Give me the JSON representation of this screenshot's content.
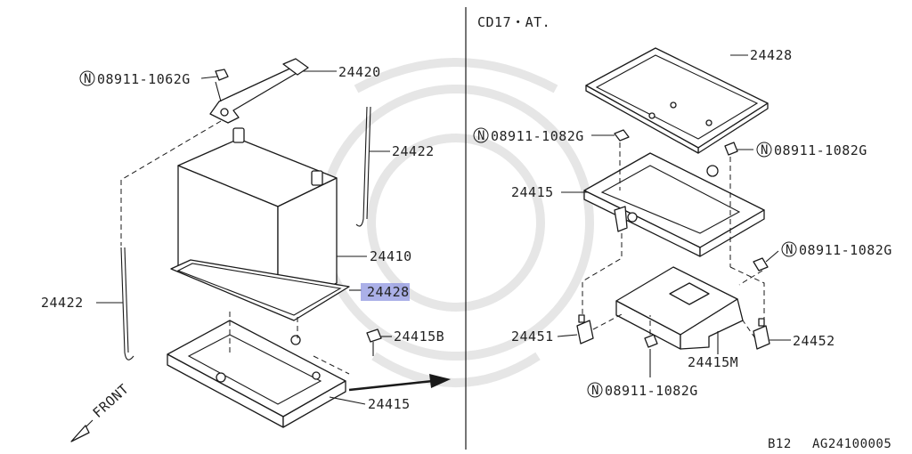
{
  "diagram": {
    "variant_note": "CD17・AT.",
    "highlighted_part": "24428",
    "colors": {
      "line": "#1a1a1a",
      "highlight": "#8f96e0",
      "background": "#ffffff"
    },
    "left_labels": {
      "nut_top": "08911-1062G",
      "holder": "24420",
      "rod_right": "24422",
      "battery": "24410",
      "tray_pad": "24428",
      "bolt": "24415B",
      "rod_left": "24422",
      "tray": "24415",
      "front": "FRONT"
    },
    "right_labels": {
      "cover": "24428",
      "nut_left": "08911-1082G",
      "nut_right": "08911-1082G",
      "tray": "24415",
      "nut_side": "08911-1082G",
      "clamp_left": "24451",
      "clamp_right": "24452",
      "bracket": "24415M",
      "nut_bottom": "08911-1082G"
    },
    "nut_symbol": "N",
    "footer": {
      "section": "B12",
      "code": "AG24100005"
    }
  }
}
